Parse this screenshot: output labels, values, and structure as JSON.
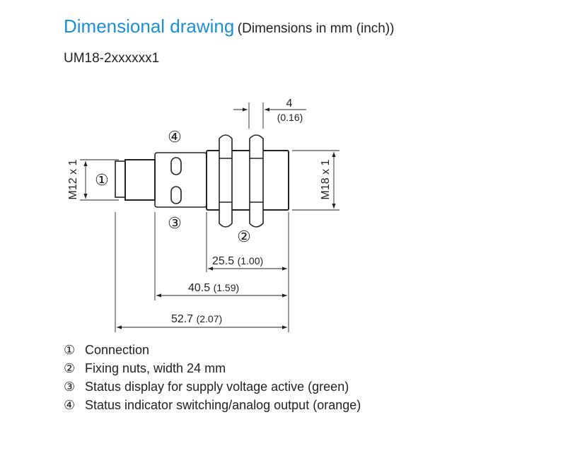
{
  "header": {
    "title": "Dimensional drawing",
    "subtitle": "(Dimensions in mm (inch))",
    "model": "UM18-2xxxxxx1"
  },
  "drawing": {
    "thread_connector": "M12 x 1",
    "thread_body": "M18 x 1",
    "nut_thickness": "4",
    "nut_thickness_inch": "(0.16)",
    "dim_a": "25.5",
    "dim_a_inch": "(1.00)",
    "dim_b": "40.5",
    "dim_b_inch": "(1.59)",
    "dim_c": "52.7",
    "dim_c_inch": "(2.07)",
    "callouts": [
      "①",
      "②",
      "③",
      "④"
    ]
  },
  "legend": [
    {
      "num": "①",
      "text": "Connection"
    },
    {
      "num": "②",
      "text": "Fixing nuts, width 24 mm"
    },
    {
      "num": "③",
      "text": "Status display for supply voltage active (green)"
    },
    {
      "num": "④",
      "text": "Status indicator switching/analog output (orange)"
    }
  ]
}
